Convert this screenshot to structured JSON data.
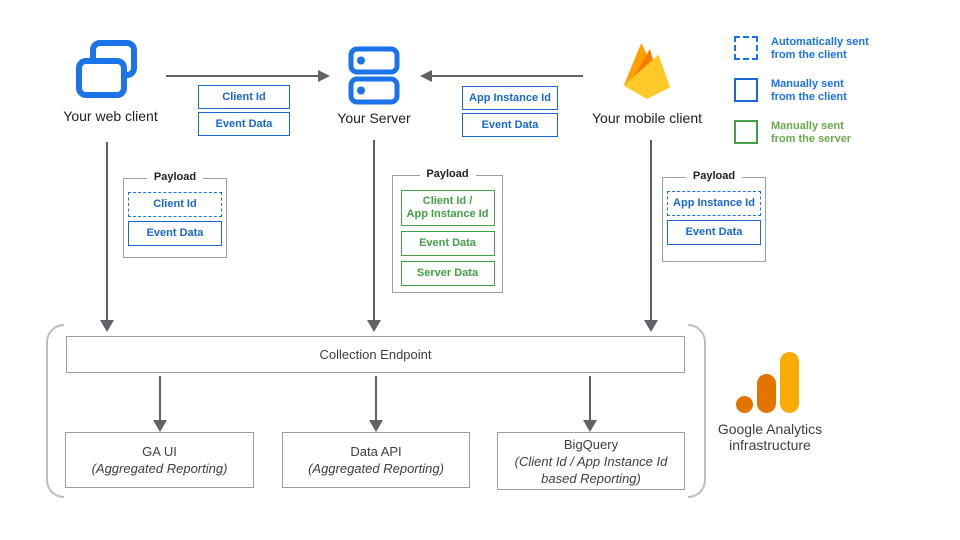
{
  "nodes": {
    "web_client": {
      "label": "Your web client",
      "icon": "overlapping-windows-icon"
    },
    "server": {
      "label": "Your Server",
      "icon": "server-stack-icon"
    },
    "mobile_client": {
      "label": "Your mobile client",
      "icon": "firebase-flame-icon"
    }
  },
  "edge_chips": {
    "web_to_server": [
      {
        "label": "Client Id"
      },
      {
        "label": "Event Data"
      }
    ],
    "mobile_to_server": [
      {
        "label": "App Instance Id"
      },
      {
        "label": "Event Data"
      }
    ]
  },
  "payloads": {
    "web": {
      "title": "Payload",
      "items": [
        {
          "label": "Client Id",
          "type": "automatically-sent-from-client"
        },
        {
          "label": "Event Data",
          "type": "manually-sent-from-client"
        }
      ]
    },
    "server": {
      "title": "Payload",
      "items": [
        {
          "line1": "Client Id /",
          "line2": "App Instance Id",
          "type": "manually-sent-from-server"
        },
        {
          "label": "Event Data",
          "type": "manually-sent-from-server"
        },
        {
          "label": "Server Data",
          "type": "manually-sent-from-server"
        }
      ]
    },
    "mobile": {
      "title": "Payload",
      "items": [
        {
          "label": "App Instance Id",
          "type": "automatically-sent-from-client"
        },
        {
          "label": "Event Data",
          "type": "manually-sent-from-client"
        }
      ]
    }
  },
  "legend": {
    "items": [
      {
        "swatch": "dashed-blue",
        "line1": "Automatically sent",
        "line2": "from the client"
      },
      {
        "swatch": "solid-blue",
        "line1": "Manually sent",
        "line2": "from the client"
      },
      {
        "swatch": "solid-green",
        "line1": "Manually sent",
        "line2": "from the server"
      }
    ]
  },
  "infrastructure": {
    "collection_endpoint": "Collection Endpoint",
    "outputs": [
      {
        "title": "GA UI",
        "subtitle": "(Aggregated Reporting)"
      },
      {
        "title": "Data API",
        "subtitle": "(Aggregated Reporting)"
      },
      {
        "title": "BigQuery",
        "subtitle": "(Client Id / App Instance Id based Reporting)"
      }
    ],
    "caption_line1": "Google Analytics",
    "caption_line2": "infrastructure",
    "logo": "google-analytics-bars-icon"
  },
  "colors": {
    "blue": "#1a73e8",
    "blue_text": "#1967d2",
    "green": "#43a047",
    "green_text": "#6aa84f",
    "arrow_gray": "#5f6368",
    "box_border_gray": "#9aa0a6",
    "bracket_gray": "#bdbdbd",
    "firebase_amber": "#FFA000",
    "firebase_orange": "#F57C00",
    "firebase_yellow": "#FFCA28",
    "ga_orange": "#E37400",
    "ga_amber": "#F9AB00"
  }
}
